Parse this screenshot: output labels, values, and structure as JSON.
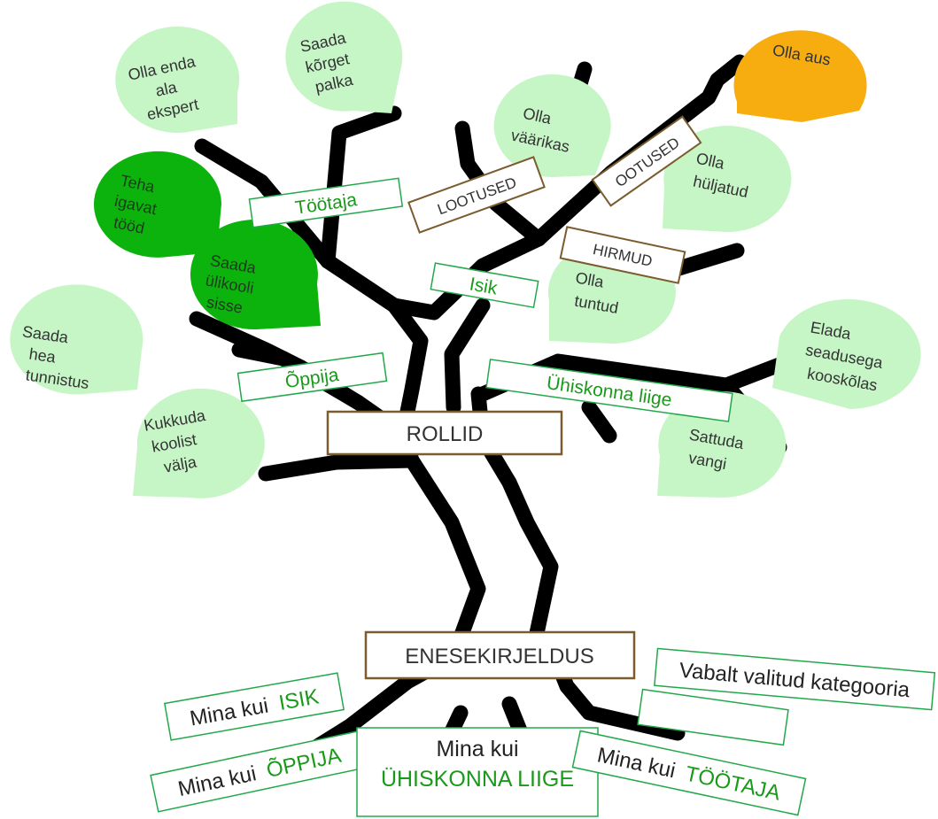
{
  "colors": {
    "branch": "#000000",
    "bubble_light": "#c6f5c6",
    "bubble_dark": "#0db30d",
    "bubble_orange": "#f7ad10",
    "green_text": "#1a9a1a",
    "green_border": "#22a84a",
    "brown_border": "#7a5c2e",
    "dark_text": "#333333"
  },
  "center": {
    "rollid": "ROLLID",
    "enesekirjeldus": "ENESEKIRJELDUS"
  },
  "categories": {
    "lootused": "LOOTUSED",
    "ootused": "OOTUSED",
    "hirmud": "HIRMUD"
  },
  "roles": {
    "tootaja": "Töötaja",
    "isik": "Isik",
    "oppija": "Õppija",
    "uhiskonna_liige": "Ühiskonna liige"
  },
  "root_labels": {
    "isik": {
      "prefix": "Mina kui",
      "role": "ISIK"
    },
    "oppija": {
      "prefix": "Mina kui",
      "role": "ÕPPIJA"
    },
    "uhiskond": {
      "prefix": "Mina kui",
      "role": "ÜHISKONNA LIIGE"
    },
    "tootaja": {
      "prefix": "Mina kui",
      "role": "TÖÖTAJA"
    },
    "vabalt": "Vabalt valitud kategooria",
    "blank": ""
  },
  "bubbles": {
    "ekspert": {
      "lines": [
        "Olla enda",
        "ala",
        "ekspert"
      ],
      "style": "light"
    },
    "palka": {
      "lines": [
        "Saada",
        "kõrget",
        "palka"
      ],
      "style": "light"
    },
    "vaarikas": {
      "lines": [
        "Olla",
        "väärikas"
      ],
      "style": "light"
    },
    "aus": {
      "lines": [
        "Olla aus"
      ],
      "style": "orange"
    },
    "igavat": {
      "lines": [
        "Teha",
        "igavat",
        "tööd"
      ],
      "style": "dark"
    },
    "hyljatud": {
      "lines": [
        "Olla",
        "hüljatud"
      ],
      "style": "light"
    },
    "ylikool": {
      "lines": [
        "Saada",
        "ülikooli",
        "sisse"
      ],
      "style": "dark"
    },
    "tuntud": {
      "lines": [
        "Olla",
        "tuntud"
      ],
      "style": "light"
    },
    "tunnistus": {
      "lines": [
        "Saada",
        "hea",
        "tunnistus"
      ],
      "style": "light"
    },
    "seadus": {
      "lines": [
        "Elada",
        "seadusega",
        "kooskõlas"
      ],
      "style": "light"
    },
    "koolist": {
      "lines": [
        "Kukkuda",
        "koolist",
        "välja"
      ],
      "style": "light"
    },
    "vangi": {
      "lines": [
        "Sattuda",
        "vangi"
      ],
      "style": "light"
    }
  }
}
